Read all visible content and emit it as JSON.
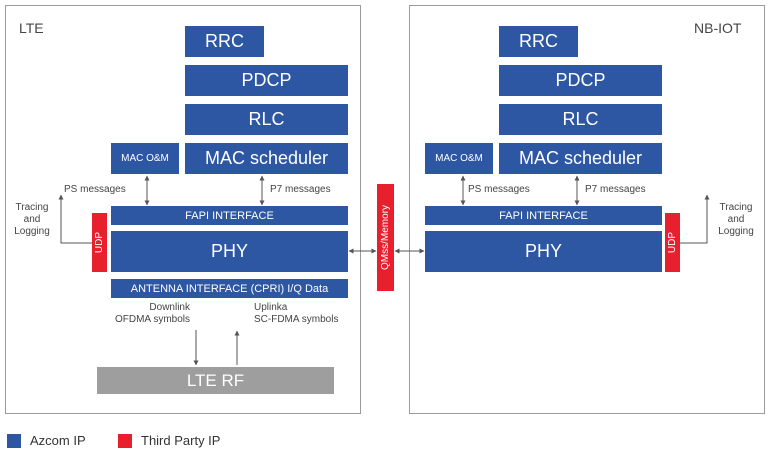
{
  "lte": {
    "title": "LTE",
    "rrc": "RRC",
    "pdcp": "PDCP",
    "rlc": "RLC",
    "mac_scheduler": "MAC scheduler",
    "mac_om": "MAC O&M",
    "ps_messages": "PS messages",
    "p7_messages": "P7 messages",
    "tracing_logging": "Tracing\nand\nLogging",
    "fapi": "FAPI INTERFACE",
    "phy": "PHY",
    "udp": "UDP",
    "antenna": "ANTENNA INTERFACE (CPRI) I/Q Data",
    "downlink": "Downlink\nOFDMA symbols",
    "uplink": "Uplinka\nSC-FDMA symbols",
    "rf": "LTE RF"
  },
  "nbiot": {
    "title": "NB-IOT",
    "rrc": "RRC",
    "pdcp": "PDCP",
    "rlc": "RLC",
    "mac_scheduler": "MAC scheduler",
    "mac_om": "MAC O&M",
    "ps_messages": "PS messages",
    "p7_messages": "P7 messages",
    "tracing_logging": "Tracing\nand\nLogging",
    "fapi": "FAPI INTERFACE",
    "phy": "PHY",
    "udp": "UDP"
  },
  "qmss": "QMss/Memory",
  "legend": [
    {
      "label": "Azcom IP",
      "color": "#2d56a3"
    },
    {
      "label": "Third Party IP",
      "color": "#e8202e"
    }
  ]
}
